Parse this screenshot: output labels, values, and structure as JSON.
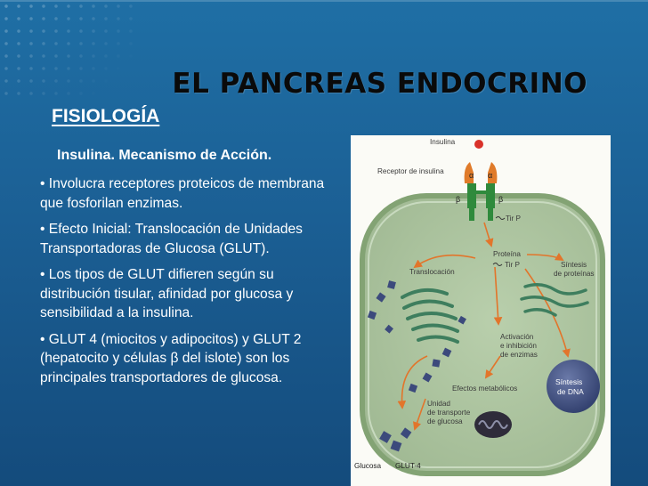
{
  "slide": {
    "main_title": "EL PANCREAS ENDOCRINO",
    "section_title": "FISIOLOGÍA",
    "subtitle": "Insulina. Mecanismo de Acción.",
    "bullets": [
      "• Involucra receptores proteicos de membrana que fosforilan enzimas.",
      "• Efecto Inicial: Translocación de Unidades Transportadoras de Glucosa (GLUT).",
      "• Los tipos de GLUT difieren según su distribución tisular, afinidad por glucosa y sensibilidad a la insulina.",
      "• GLUT 4 (miocitos y adipocitos) y GLUT 2 (hepatocito y células β del islote) son los principales transportadores de glucosa."
    ]
  },
  "figure": {
    "insulina": "Insulina",
    "receptor": "Receptor de insulina",
    "alpha": "α",
    "beta": "β",
    "tir_p": "Tir P",
    "proteina": "Proteína",
    "proteina_tirp": "Tir P",
    "translocacion": "Translocación",
    "sintesis_prot_1": "Síntesis",
    "sintesis_prot_2": "de proteínas",
    "activacion_1": "Activación",
    "activacion_2": "e inhibición",
    "activacion_3": "de enzimas",
    "efectos": "Efectos metabólicos",
    "sintesis_dna_1": "Síntesis",
    "sintesis_dna_2": "de DNA",
    "unidad_1": "Unidad",
    "unidad_2": "de transporte",
    "unidad_3": "de glucosa",
    "glucosa": "Glucosa",
    "glut4": "GLUT-4",
    "colors": {
      "cell_fill": "#a9c19c",
      "membrane": "#8fae7f",
      "arrow": "#e2752b",
      "receptor_orange": "#e07b2a",
      "receptor_green": "#2f8a3c",
      "nucleus": "#3f4f7e",
      "vesicle": "#3c4a7c"
    }
  }
}
